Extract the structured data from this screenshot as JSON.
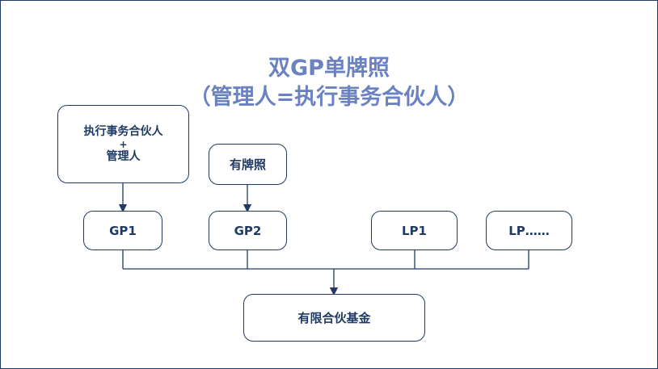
{
  "title": {
    "line1": "双GP单牌照",
    "line2": "（管理人=执行事务合伙人）"
  },
  "nodes": {
    "exec_partner": {
      "line1": "执行事务合伙人",
      "line2": "+",
      "line3": "管理人"
    },
    "licensed": "有牌照",
    "gp1": "GP1",
    "gp2": "GP2",
    "lp1": "LP1",
    "lp_more": "LP……",
    "fund": "有限合伙基金"
  },
  "colors": {
    "title": "#6b82c0",
    "stroke": "#1f3a63"
  }
}
